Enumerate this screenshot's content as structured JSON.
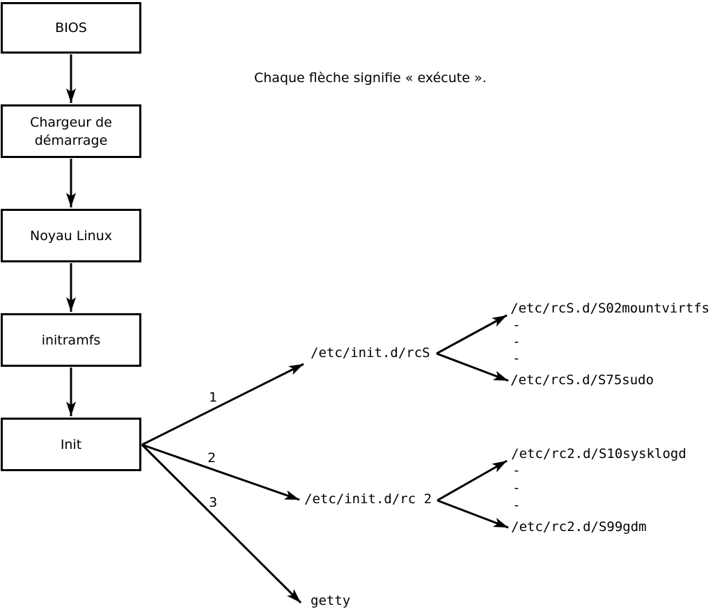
{
  "caption": "Chaque flèche signifie « exécute ».",
  "boot_sequence": [
    {
      "id": "bios",
      "label": "BIOS"
    },
    {
      "id": "bootloader",
      "label": "Chargeur de démarrage"
    },
    {
      "id": "kernel",
      "label": "Noyau Linux"
    },
    {
      "id": "initramfs",
      "label": "initramfs"
    },
    {
      "id": "init",
      "label": "Init"
    }
  ],
  "init_branches": [
    {
      "order": "1",
      "target": "/etc/init.d/rcS",
      "children": {
        "first": "/etc/rcS.d/S02mountvirtfs",
        "ellipsis": [
          "-",
          "-",
          "-"
        ],
        "last": "/etc/rcS.d/S75sudo"
      }
    },
    {
      "order": "2",
      "target": "/etc/init.d/rc 2",
      "children": {
        "first": "/etc/rc2.d/S10sysklogd",
        "ellipsis": [
          "-",
          "-",
          "-"
        ],
        "last": "/etc/rc2.d/S99gdm"
      }
    },
    {
      "order": "3",
      "target": "getty"
    }
  ],
  "colors": {
    "stroke": "#000000",
    "background": "#ffffff",
    "text": "#000000"
  }
}
